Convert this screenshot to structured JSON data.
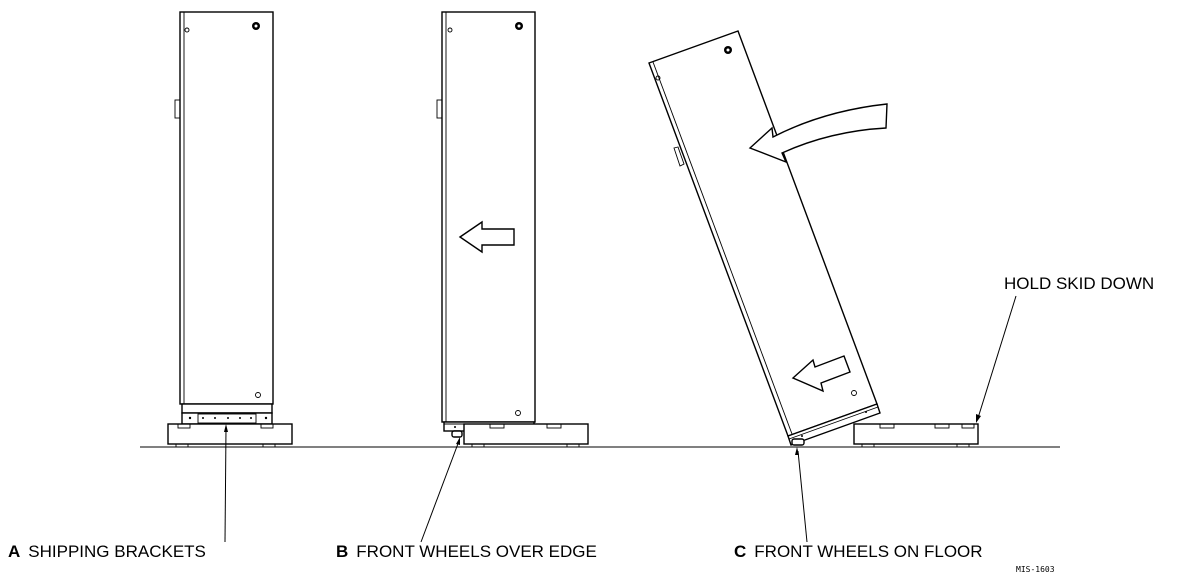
{
  "labels": {
    "a_letter": "A",
    "a_text": "SHIPPING BRACKETS",
    "b_letter": "B",
    "b_text": "FRONT WHEELS OVER EDGE",
    "c_letter": "C",
    "c_text": "FRONT WHEELS ON FLOOR",
    "hold": "HOLD SKID DOWN",
    "code": "MIS-1603"
  },
  "colors": {
    "line": "#000000",
    "background": "#ffffff"
  },
  "icons": [
    "left-arrow-icon",
    "curved-arrow-icon"
  ]
}
